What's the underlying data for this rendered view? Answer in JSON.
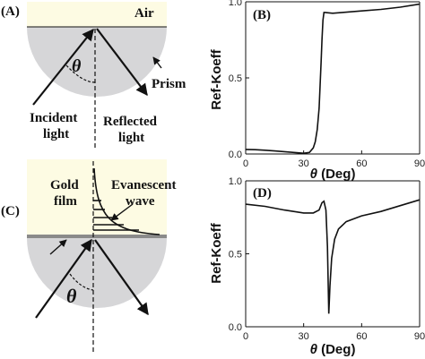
{
  "panel_A": {
    "label": "(A)",
    "air_label": "Air",
    "theta": "θ",
    "prism_label": "Prism",
    "incident_label": [
      "Incident",
      "light"
    ],
    "reflected_label": [
      "Reflected",
      "light"
    ]
  },
  "panel_C": {
    "label": "(C)",
    "gold_label": [
      "Gold",
      "film"
    ],
    "evanescent_label": [
      "Evanescent",
      "wave"
    ],
    "theta": "θ"
  },
  "colors": {
    "air_fill": "#fdfbe3",
    "prism_fill": "#d6d6d8",
    "gold_film": "#8a8a8a",
    "line": "#111111"
  },
  "chart_data": [
    {
      "panel_label": "(B)",
      "type": "line",
      "xlabel_symbol": "θ",
      "xlabel": "(Deg)",
      "ylabel": "Ref-Koeff",
      "xlim": [
        0,
        90
      ],
      "ylim": [
        0,
        1
      ],
      "xticks": [
        "0",
        "30",
        "60",
        "90"
      ],
      "yticks": [
        "0.0",
        "0.5",
        "1.0"
      ],
      "series": [
        {
          "x": [
            0,
            5,
            10,
            15,
            20,
            25,
            30,
            33,
            35,
            36,
            37,
            38,
            38.5,
            39,
            39.5,
            40,
            40.5,
            41,
            45,
            50,
            60,
            70,
            80,
            90
          ],
          "y": [
            0.03,
            0.028,
            0.025,
            0.02,
            0.015,
            0.01,
            0.005,
            0.01,
            0.04,
            0.08,
            0.16,
            0.3,
            0.45,
            0.6,
            0.75,
            0.88,
            0.93,
            0.93,
            0.925,
            0.93,
            0.94,
            0.95,
            0.965,
            0.985
          ]
        }
      ]
    },
    {
      "panel_label": "(D)",
      "type": "line",
      "xlabel_symbol": "θ",
      "xlabel": "(Deg)",
      "ylabel": "Ref-Koeff",
      "xlim": [
        0,
        90
      ],
      "ylim": [
        0,
        1
      ],
      "xticks": [
        "0",
        "30",
        "60",
        "90"
      ],
      "yticks": [
        "0.0",
        "0.5",
        "1.0"
      ],
      "series": [
        {
          "x": [
            0,
            10,
            20,
            30,
            35,
            38,
            39.5,
            40.5,
            41.5,
            42.3,
            43,
            43.6,
            44.5,
            46,
            48,
            52,
            60,
            70,
            80,
            90
          ],
          "y": [
            0.84,
            0.825,
            0.8,
            0.78,
            0.78,
            0.8,
            0.85,
            0.86,
            0.8,
            0.55,
            0.09,
            0.28,
            0.47,
            0.6,
            0.67,
            0.72,
            0.76,
            0.79,
            0.83,
            0.87
          ]
        }
      ]
    }
  ]
}
